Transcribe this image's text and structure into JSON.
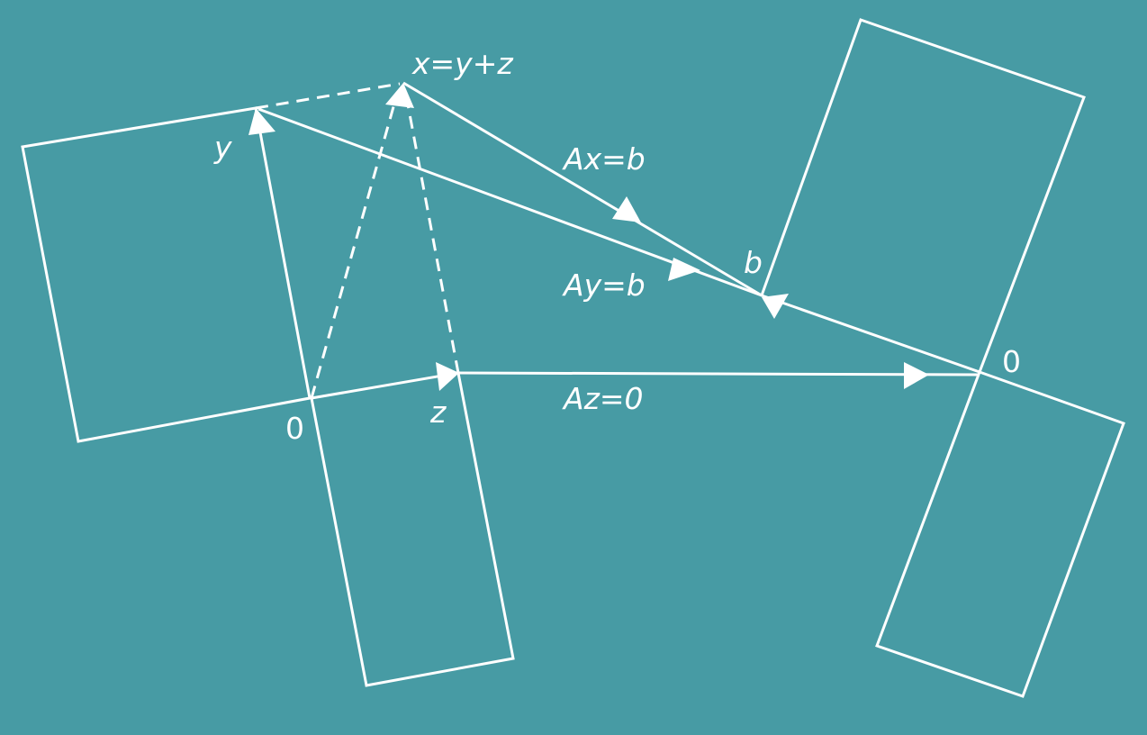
{
  "colors": {
    "background": "#479ba4",
    "row_space": "#f5c04a",
    "nullspace": "#3b8157",
    "column_space": "#a8254c",
    "left_nullspace": "#15356b",
    "lines": "#ffffff"
  },
  "labels": {
    "x_eq": "x=y+z",
    "y": "y",
    "z": "z",
    "zero_left": "0",
    "b": "b",
    "zero_right": "0",
    "ax_eq_b": "Ax=b",
    "ay_eq_b": "Ay=b",
    "az_eq_0": "Az=0"
  }
}
